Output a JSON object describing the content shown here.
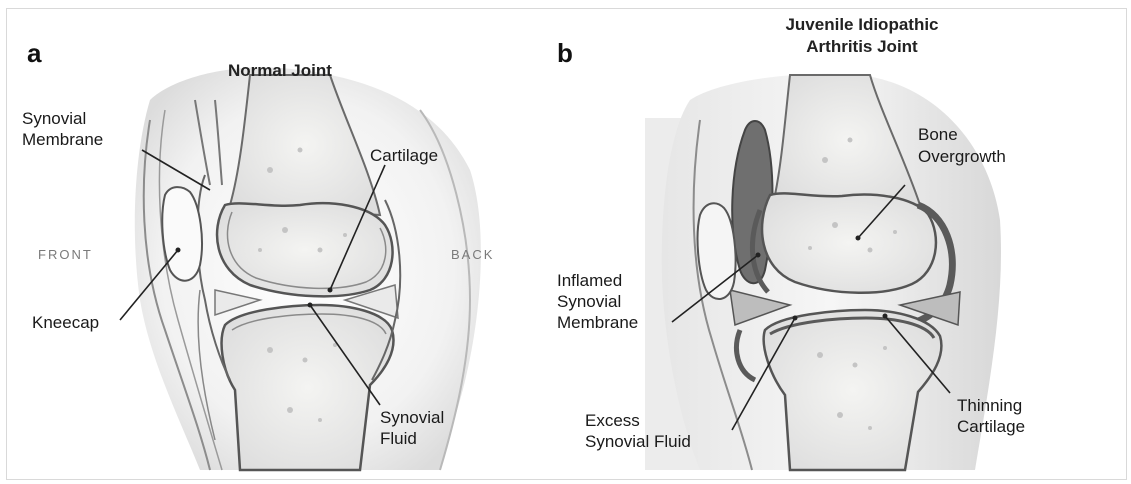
{
  "panel_a": {
    "letter": "a",
    "title": "Normal Joint",
    "front_label": "FRONT",
    "back_label": "BACK",
    "labels": {
      "synovial_membrane": [
        "Synovial",
        "Membrane"
      ],
      "cartilage": "Cartilage",
      "kneecap": "Kneecap",
      "synovial_fluid": [
        "Synovial",
        "Fluid"
      ]
    }
  },
  "panel_b": {
    "letter": "b",
    "title": [
      "Juvenile Idiopathic",
      "Arthritis Joint"
    ],
    "labels": {
      "bone_overgrowth": [
        "Bone",
        "Overgrowth"
      ],
      "inflamed_synovial_membrane": [
        "Inflamed",
        "Synovial",
        "Membrane"
      ],
      "excess_synovial_fluid": [
        "Excess",
        "Synovial Fluid"
      ],
      "thinning_cartilage": [
        "Thinning",
        "Cartilage"
      ]
    }
  }
}
